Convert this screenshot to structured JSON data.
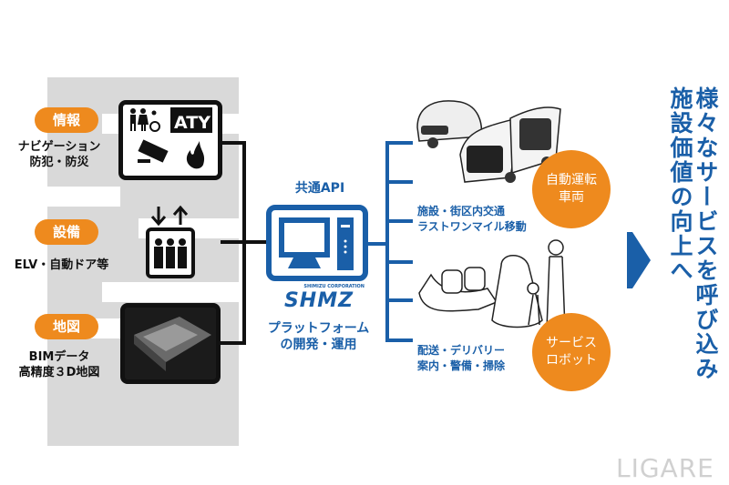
{
  "left": {
    "info": {
      "pill": "情報",
      "desc1": "ナビゲーション",
      "desc2": "防犯・防災"
    },
    "equipment": {
      "pill": "設備",
      "desc1": "ELV・自動ドア等"
    },
    "map": {
      "pill": "地図",
      "desc1": "BIMデータ",
      "desc2": "高精度３D地図"
    }
  },
  "center": {
    "api_label": "共通API",
    "logo_small": "SHIMIZU CORPORATION",
    "logo": "SHMZ",
    "platform1": "プラットフォーム",
    "platform2": "の開発・運用"
  },
  "right": {
    "vehicle_circle1": "自動運転",
    "vehicle_circle2": "車両",
    "vehicle_desc1": "施設・街区内交通",
    "vehicle_desc2": "ラストワンマイル移動",
    "robot_circle1": "サービス",
    "robot_circle2": "ロボット",
    "robot_desc1": "配送・デリバリー",
    "robot_desc2": "案内・警備・掃除"
  },
  "conclusion": {
    "line1": "様々なサービスを呼び込み",
    "line2": "施設価値の向上へ"
  },
  "watermark": "LIGARE",
  "colors": {
    "orange": "#ee8a1e",
    "blue": "#1a5fa8"
  }
}
